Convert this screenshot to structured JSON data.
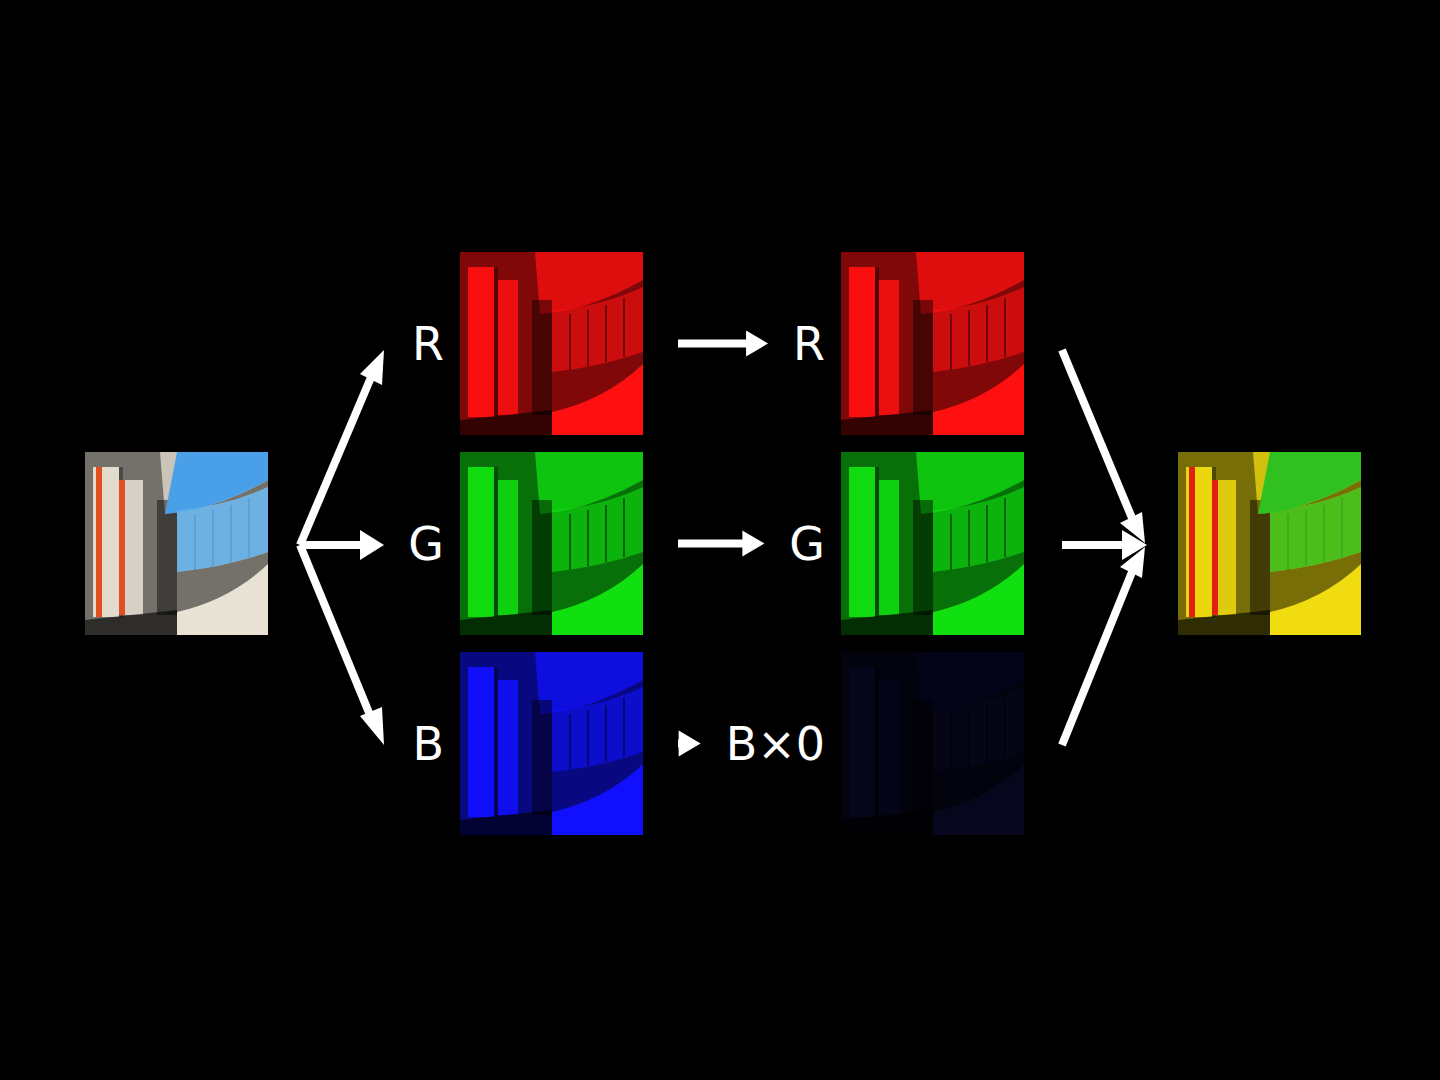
{
  "diagram": {
    "nodes": [
      {
        "text": [
          "R"
        ]
      },
      {
        "text": [
          "G"
        ]
      },
      {
        "text": [
          "B"
        ]
      },
      {
        "text": [
          "R"
        ]
      },
      {
        "text": [
          "G"
        ]
      },
      {
        "text": [
          "B×0"
        ]
      }
    ],
    "edges": [
      {
        "from": 0,
        "to": 3,
        "arrow": "to"
      },
      {
        "from": 1,
        "to": 4,
        "arrow": "to"
      },
      {
        "from": 2,
        "to": 5,
        "arrow": "to"
      }
    ]
  }
}
